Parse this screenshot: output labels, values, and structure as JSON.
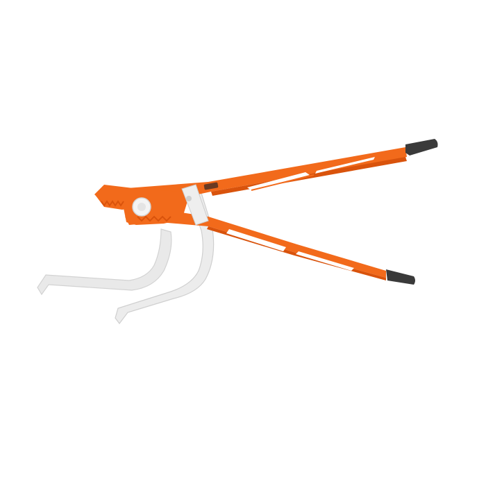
{
  "image": {
    "subject": "",
    "background_color": "#ffffff"
  },
  "colors": {
    "frame": "#f26a1b",
    "frame_shade": "#d9530c",
    "hooks": "#e9e9e9",
    "hook_edge": "#c9c9c9",
    "grip_tips": "#3a3a3a",
    "rivet": "#f4f4f4"
  },
  "parts": {
    "upper_arm": {
      "icon": "orange-arm-shape"
    },
    "lower_arm": {
      "icon": "orange-arm-shape"
    },
    "left_hook": {
      "icon": "white-hook-shape"
    },
    "right_hook": {
      "icon": "white-hook-shape"
    },
    "pivot_knob": {
      "icon": "round-knob-shape"
    }
  }
}
